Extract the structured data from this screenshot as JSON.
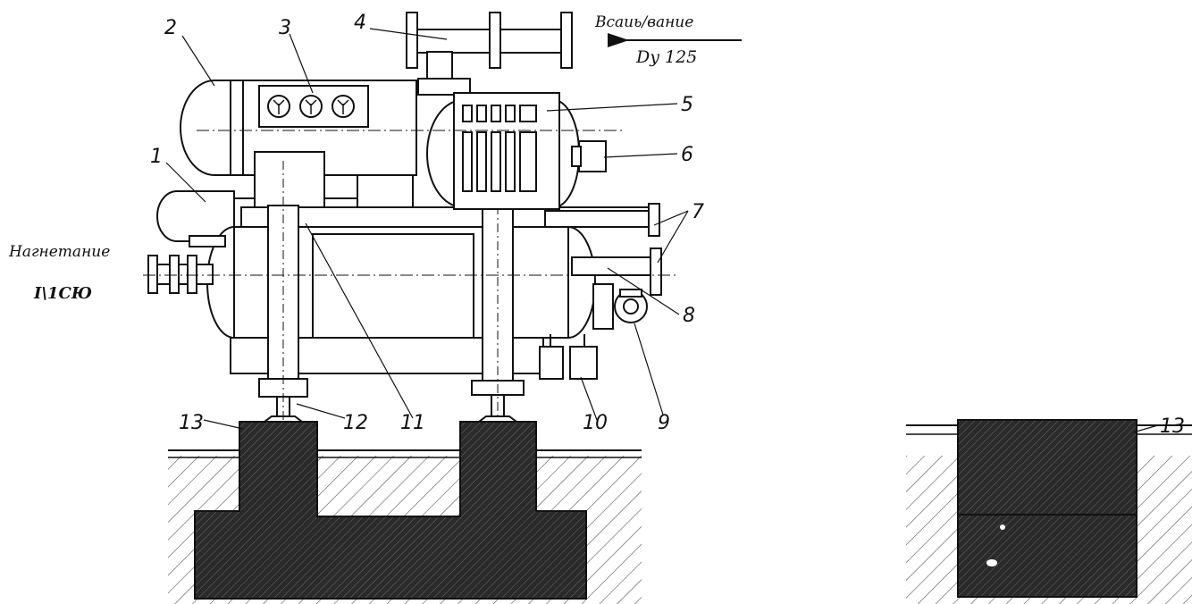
{
  "labels": {
    "suction": "Всаиь/вание",
    "suction_size": "Dy 125",
    "discharge": "Нагнетание",
    "discharge_size": "I\\1СЮ"
  },
  "callouts": [
    "1",
    "2",
    "3",
    "4",
    "5",
    "6",
    "7",
    "8",
    "9",
    "10",
    "11",
    "12",
    "13"
  ],
  "side_callout": "13",
  "colors": {
    "ink": "#111111",
    "foundation": "#2a2a2a",
    "hatch": "#555555"
  }
}
